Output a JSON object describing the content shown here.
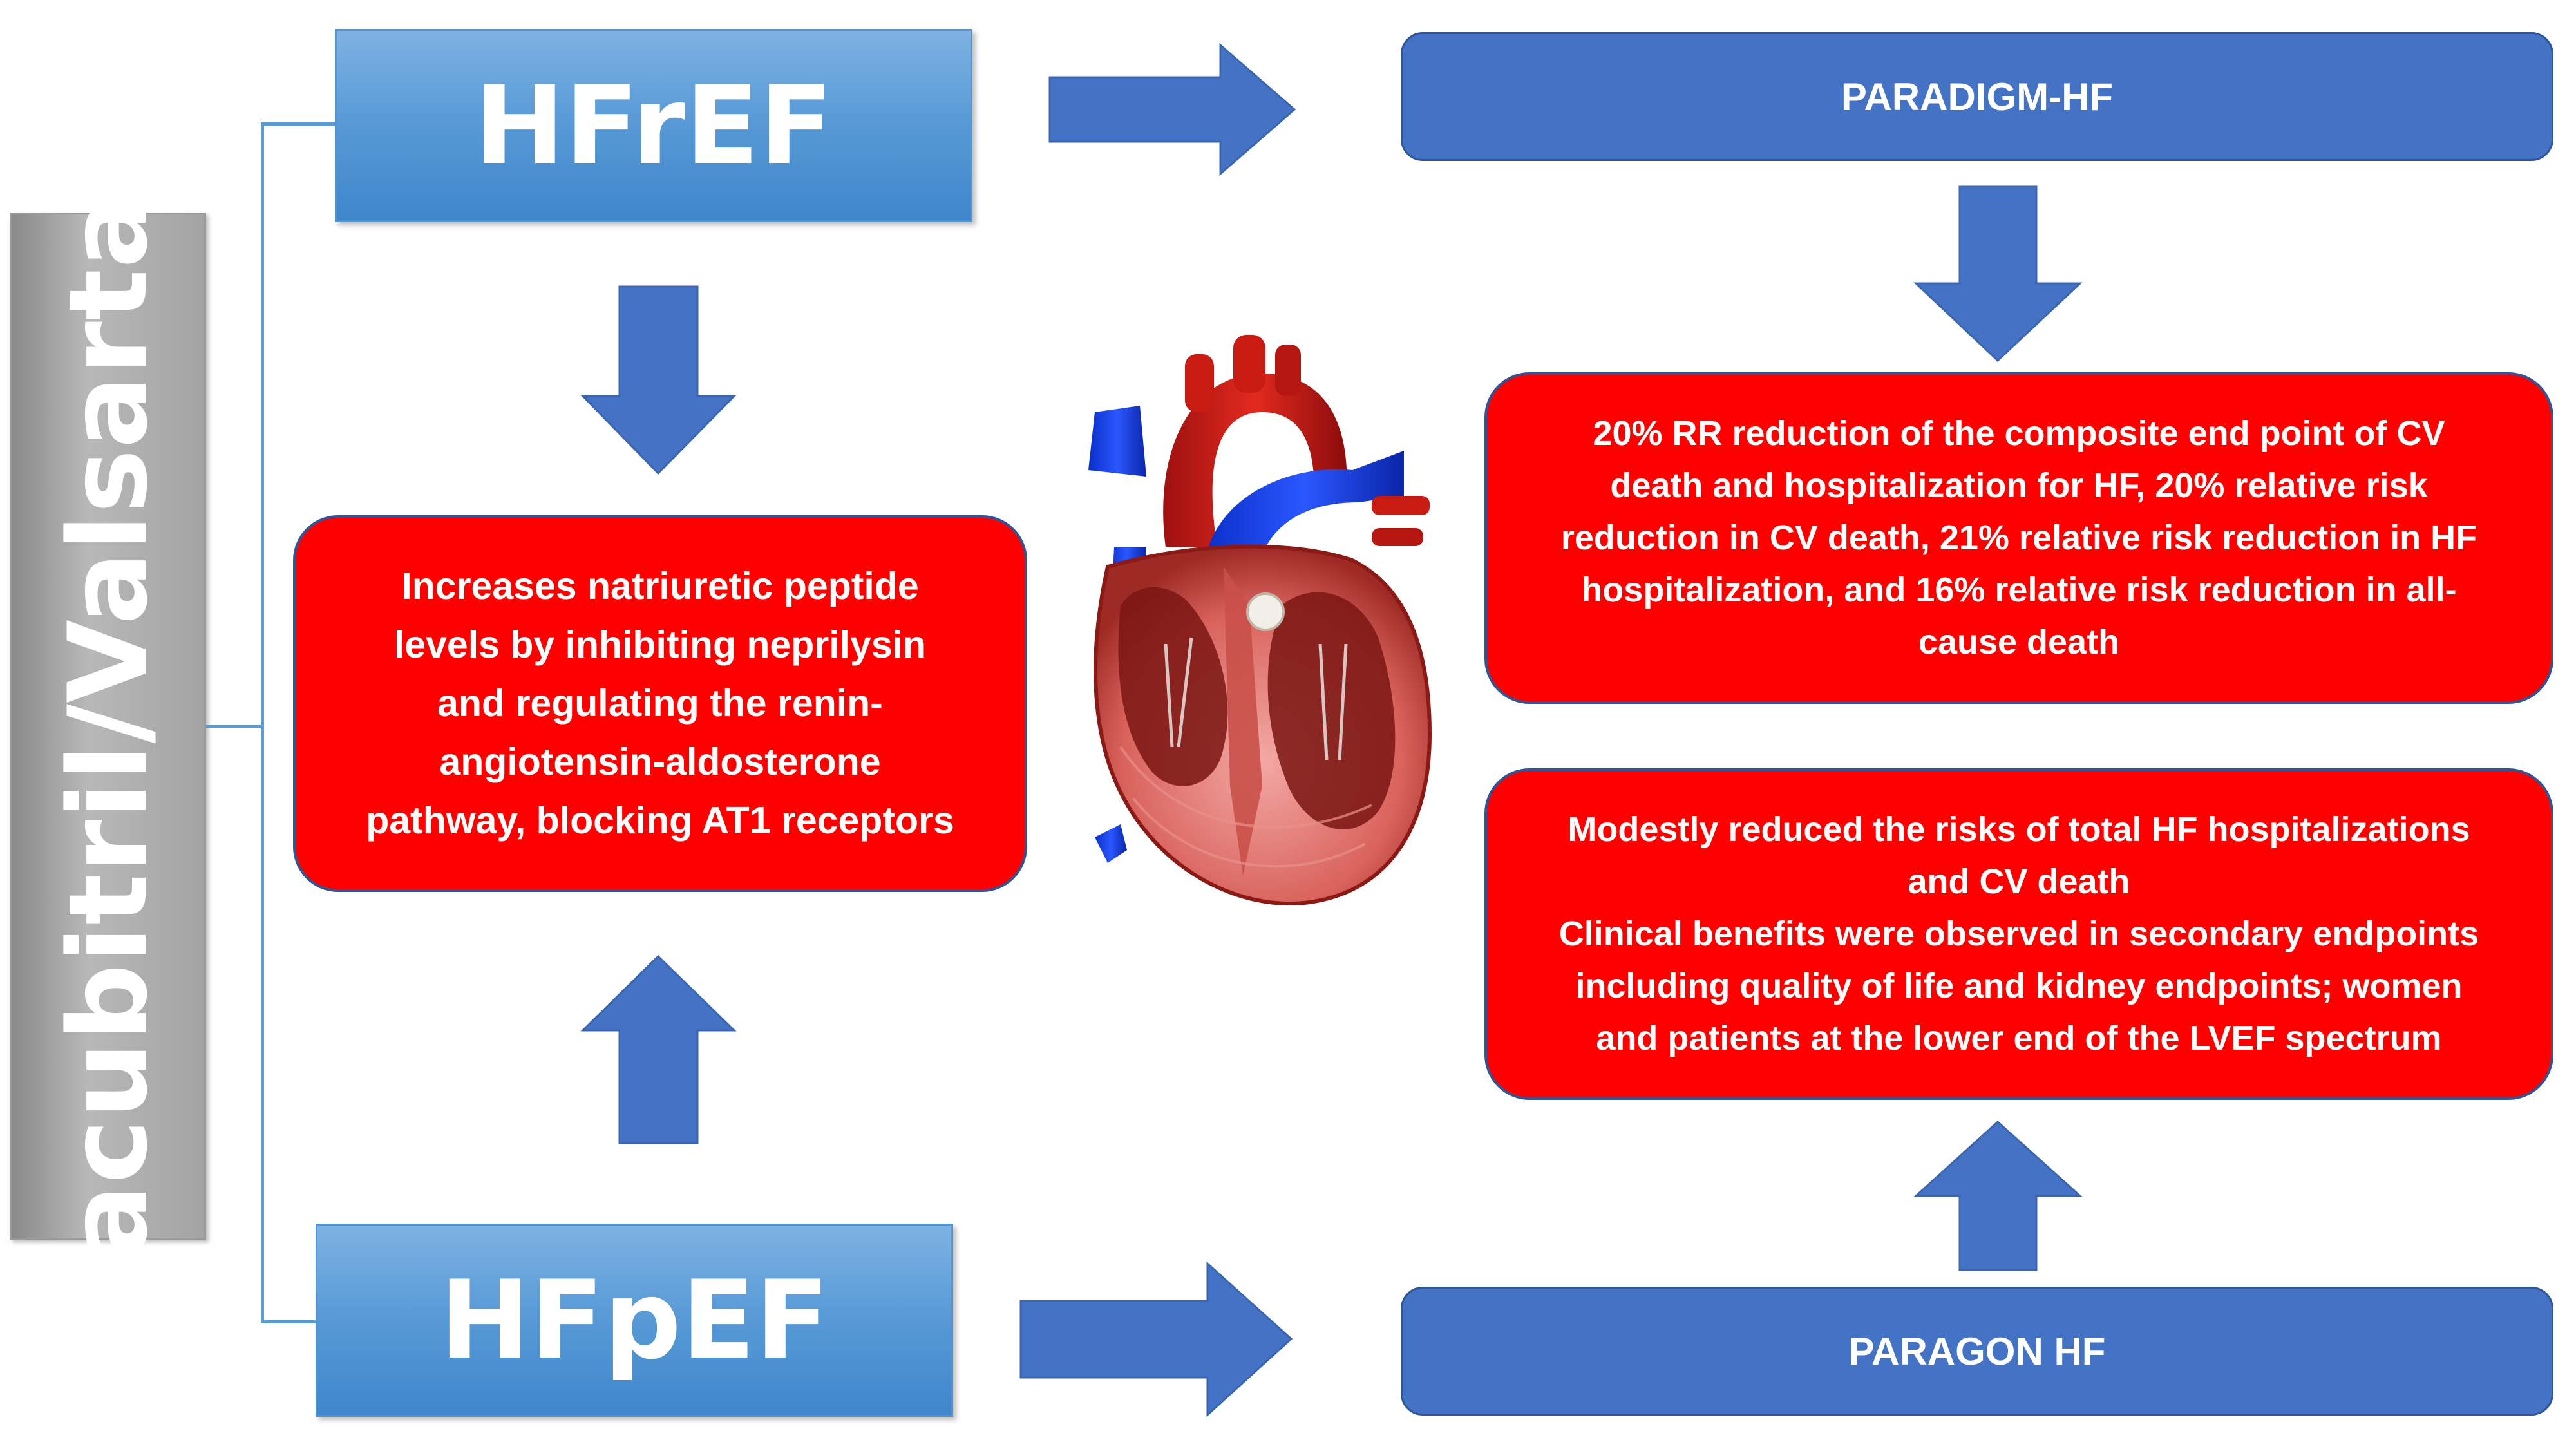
{
  "drug": {
    "name": "Sacubitril/Valsartan"
  },
  "hf_types": {
    "reduced": "HFrEF",
    "preserved": "HFpEF"
  },
  "mechanism": {
    "lines": [
      "Increases natriuretic peptide",
      "levels by inhibiting neprilysin",
      "and regulating the renin-",
      "angiotensin-aldosterone",
      "pathway, blocking AT1 receptors"
    ]
  },
  "trials": {
    "hfref_trial": "PARADIGM-HF",
    "hfpef_trial": "PARAGON HF"
  },
  "outcomes": {
    "paradigm": {
      "lines": [
        "20% RR reduction of the composite end point of CV",
        "death and hospitalization for HF, 20% relative risk",
        "reduction in CV death, 21% relative risk reduction in HF",
        "hospitalization, and 16% relative risk reduction in all-",
        "cause death"
      ]
    },
    "paragon": {
      "lines": [
        "Modestly reduced the risks of total HF hospitalizations",
        "and CV death",
        "Clinical benefits were observed in secondary endpoints",
        "including quality of life and kidney endpoints; women",
        "and patients at the lower end of the LVEF spectrum"
      ]
    }
  },
  "colors": {
    "arrow": "#4472c4",
    "red_box": "#ff0000",
    "trial_box": "#4472c4",
    "hf_box": "#5b9bd5",
    "drug_bar": "#a6a6a6"
  },
  "icons": {
    "heart": "anatomical-heart-illustration",
    "arrows": "block-arrow"
  }
}
